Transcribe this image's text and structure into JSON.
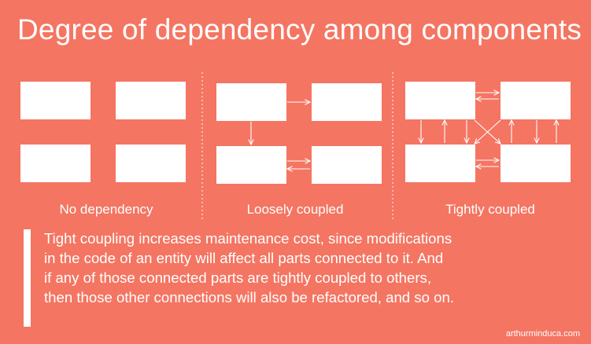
{
  "title": "Degree of dependency among components",
  "captions": {
    "none": "No dependency",
    "loose": "Loosely coupled",
    "tight": "Tightly coupled"
  },
  "note": {
    "lines": [
      "Tight coupling increases maintenance cost, since modifications",
      "in the code of an entity will affect all parts connected to it. And",
      "if any of those connected parts are tightly coupled to others,",
      "then those other connections will also be refactored, and so on."
    ]
  },
  "credit": "arthurminduca.com",
  "colors": {
    "background": "#f47562",
    "box": "#ffffff",
    "text": "#ffffff",
    "divider": "#fde3de"
  }
}
